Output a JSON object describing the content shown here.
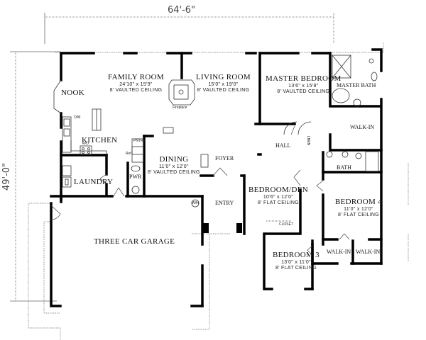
{
  "dimensions": {
    "width": "64'-6\"",
    "depth": "49'-0\""
  },
  "rooms": {
    "family_room": {
      "name": "FAMILY ROOM",
      "size": "24'10\" x 15'9\"",
      "ceiling": "8' VAULTED CEILING"
    },
    "living_room": {
      "name": "LIVING ROOM",
      "size": "15'0\" x 19'0\"",
      "ceiling": "8' VAULTED CEILING"
    },
    "master_bedroom": {
      "name": "MASTER BEDROOM",
      "size": "13'6\" x 15'8\"",
      "ceiling": "8' VAULTED CEILING"
    },
    "master_bath": {
      "name": "MASTER BATH"
    },
    "master_walkin": {
      "name": "WALK-IN"
    },
    "nook": {
      "name": "NOOK"
    },
    "kitchen": {
      "name": "KITCHEN"
    },
    "laundry": {
      "name": "LAUNDRY"
    },
    "dining": {
      "name": "DINING",
      "size": "11'0\" x 12'0\"",
      "ceiling": "8' VAULTED CEILING"
    },
    "powder": {
      "name": "PWR"
    },
    "foyer": {
      "name": "FOYER"
    },
    "hall": {
      "name": "HALL"
    },
    "entry": {
      "name": "ENTRY"
    },
    "bedroom_den": {
      "name": "BEDROOM/DEN",
      "size": "10'6\" x 12'0\"",
      "ceiling": "8' FLAT CEILING"
    },
    "closet": {
      "name": "CLOSET"
    },
    "bath": {
      "name": "BATH"
    },
    "bedroom_4": {
      "name": "BEDROOM 4",
      "size": "11'0\" x 12'0\"",
      "ceiling": "8' FLAT CEILING"
    },
    "bedroom_3": {
      "name": "BEDROOM 3",
      "size": "13'0\" x 11'0\"",
      "ceiling": "8' FLAT CEILING"
    },
    "walkin_a": {
      "name": "WALK-IN"
    },
    "walkin_b": {
      "name": "WALK-IN"
    },
    "garage": {
      "name": "THREE CAR GARAGE"
    }
  },
  "fixtures": {
    "fireplace": "Fireplace",
    "oven_microwave": "O/M",
    "range_oven": "R/O",
    "pantry": "PNTRY",
    "refrigerator": "Ref",
    "linen": "LNEN",
    "water_heater": "W/H"
  }
}
